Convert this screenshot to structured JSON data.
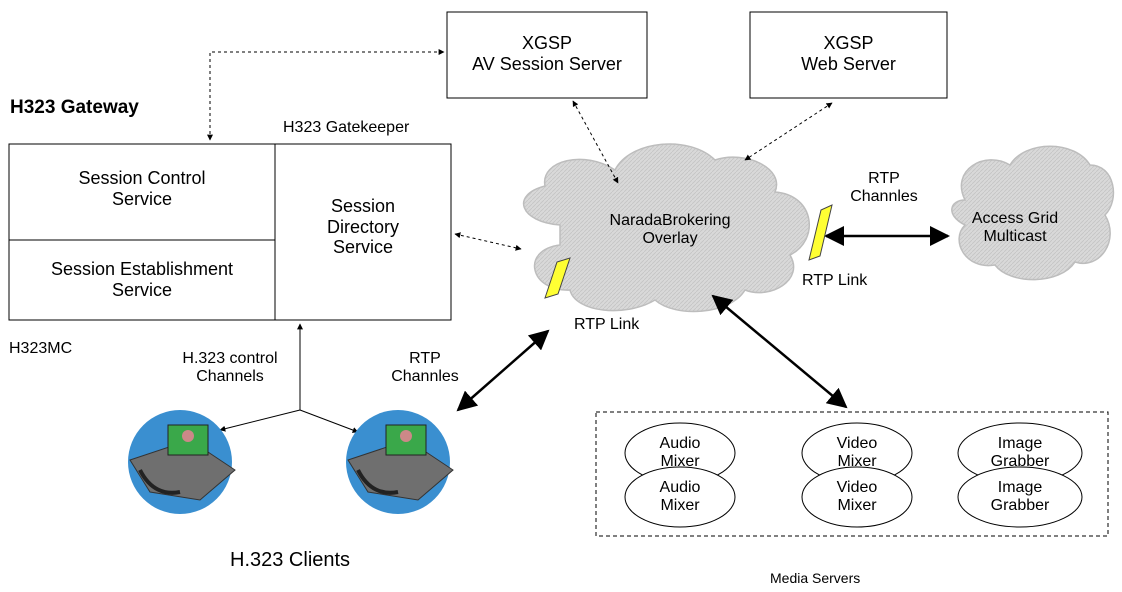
{
  "gateway": {
    "title": "H323 Gateway",
    "gatekeeper_label": "H323 Gatekeeper",
    "mc_label": "H323MC",
    "control_service": [
      "Session Control",
      "Service"
    ],
    "establishment_service": [
      "Session Establishment",
      "Service"
    ],
    "directory_service": [
      "Session",
      "Directory",
      "Service"
    ]
  },
  "servers": {
    "av_session": [
      "XGSP",
      "AV Session Server"
    ],
    "web": [
      "XGSP",
      "Web  Server"
    ]
  },
  "overlay": {
    "narada": [
      "NaradaBrokering",
      "Overlay"
    ],
    "access_grid": [
      "Access Grid",
      "Multicast"
    ]
  },
  "links": {
    "rtp_link_left": "RTP Link",
    "rtp_link_right": "RTP Link",
    "rtp_channels_right": "RTP",
    "rtp_channels_right_2": "Channles",
    "rtp_channels_left": "RTP",
    "rtp_channels_left_2": "Channles",
    "h323_control": "H.323 control",
    "h323_control_2": "Channels"
  },
  "clients": {
    "label": "H.323 Clients"
  },
  "media": {
    "label": "Media Servers",
    "mixers": [
      [
        "Audio",
        "Mixer"
      ],
      [
        "Video",
        "Mixer"
      ],
      [
        "Image",
        "Grabber"
      ],
      [
        "Audio",
        "Mixer"
      ],
      [
        "Video",
        "Mixer"
      ],
      [
        "Image",
        "Grabber"
      ]
    ]
  },
  "colors": {
    "cloud_fill": "#d9d9d9",
    "cloud_edge": "#bdbdbd",
    "link_fill": "#ffff33",
    "phone_circle": "#3a8fd0",
    "phone_body": "#6f6f6f",
    "screen": "#3aa84a"
  }
}
